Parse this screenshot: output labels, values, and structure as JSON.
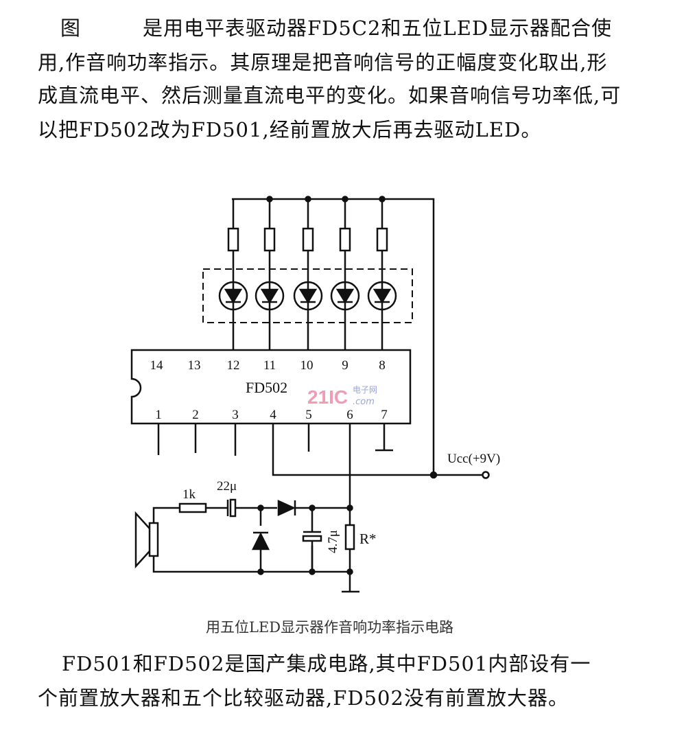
{
  "paragraph1": {
    "lines": [
      "图　　　是用电平表驱动器FD5C2和五位LED显示器配合使",
      "用,作音响功率指示。其原理是把音响信号的正幅度变化取出,形",
      "成直流电平、然后测量直流电平的变化。如果音响信号功率低,可",
      "以把FD502改为FD501,经前置放大后再去驱动LED。"
    ]
  },
  "diagram": {
    "ic_label": "FD502",
    "top_pins": [
      "14",
      "13",
      "12",
      "11",
      "10",
      "9",
      "8"
    ],
    "bottom_pins": [
      "1",
      "2",
      "3",
      "4",
      "5",
      "6",
      "7"
    ],
    "supply_label": "Ucc(+9V)",
    "resistor_1k": "1k",
    "capacitor_22u": "22μ",
    "capacitor_4_7u": "4.7μ",
    "resistor_r": "R*",
    "led_count": 5,
    "watermark": "21IC电子网 .com",
    "watermark_color": "#f08aa8"
  },
  "caption": "用五位LED显示器作音响功率指示电路",
  "paragraph2": {
    "lines": [
      "FD501和FD502是国产集成电路,其中FD501内部设有一",
      "个前置放大器和五个比较驱动器,FD502没有前置放大器。"
    ]
  }
}
